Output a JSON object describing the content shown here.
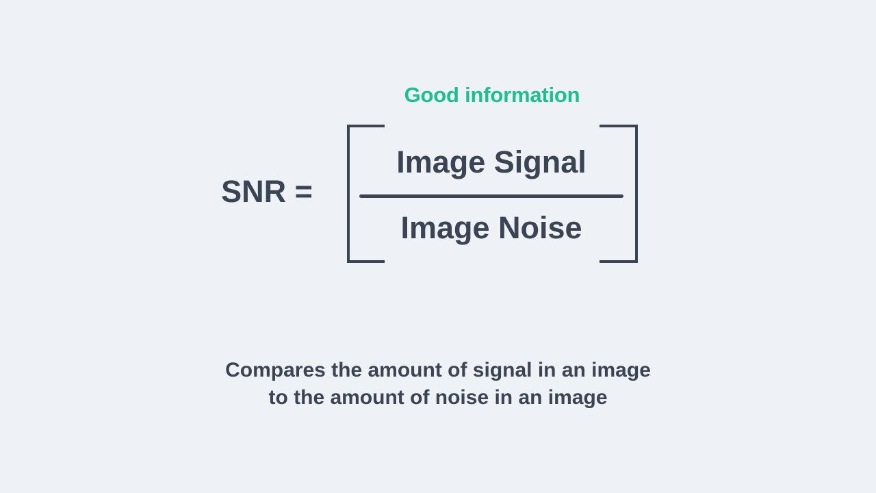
{
  "slide": {
    "annotation": "Good information",
    "formula": {
      "lhs": "SNR =",
      "numerator": "Image Signal",
      "denominator": "Image Noise"
    },
    "caption": {
      "line1": "Compares the amount of signal in an image",
      "line2": "to the amount of noise in an image"
    }
  },
  "colors": {
    "background": "#eef2f6",
    "text": "#3b4453",
    "accent": "#1dc08d"
  }
}
